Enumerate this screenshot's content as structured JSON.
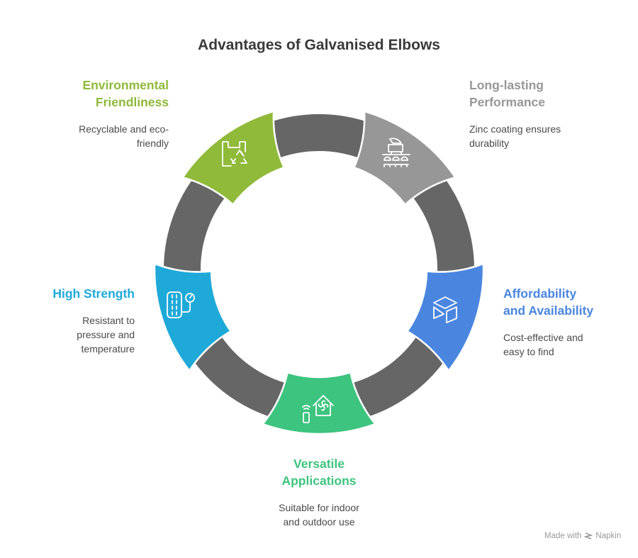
{
  "title": "Advantages of Galvanised Elbows",
  "ring": {
    "connector_color": "#666666"
  },
  "segments": [
    {
      "id": "environmental",
      "heading_line1": "Environmental",
      "heading_line2": "Friendliness",
      "description_line1": "Recyclable and eco-",
      "description_line2": "friendly",
      "color": "#8fba3a",
      "icon": "recycle-bag-icon"
    },
    {
      "id": "long-lasting",
      "heading_line1": "Long-lasting",
      "heading_line2": "Performance",
      "description_line1": "Zinc coating ensures",
      "description_line2": "durability",
      "color": "#979797",
      "icon": "galvanizing-machine-icon"
    },
    {
      "id": "affordability",
      "heading_line1": "Affordability",
      "heading_line2": "and Availability",
      "description_line1": "Cost-effective and",
      "description_line2": "easy to find",
      "color": "#4a86e0",
      "icon": "box-icon"
    },
    {
      "id": "versatile",
      "heading_line1": "Versatile",
      "heading_line2": "Applications",
      "description_line1": "Suitable for indoor",
      "description_line2": "and outdoor use",
      "color": "#3dc47e",
      "icon": "smart-home-icon"
    },
    {
      "id": "strength",
      "heading_line1": "High Strength",
      "heading_line2": "",
      "description_line1": "Resistant to",
      "description_line2": "pressure and",
      "description_line3": "temperature",
      "color": "#1fa9d8",
      "icon": "pressure-gauge-icon"
    }
  ],
  "footer": {
    "made_with": "Made with",
    "brand": "Napkin"
  }
}
